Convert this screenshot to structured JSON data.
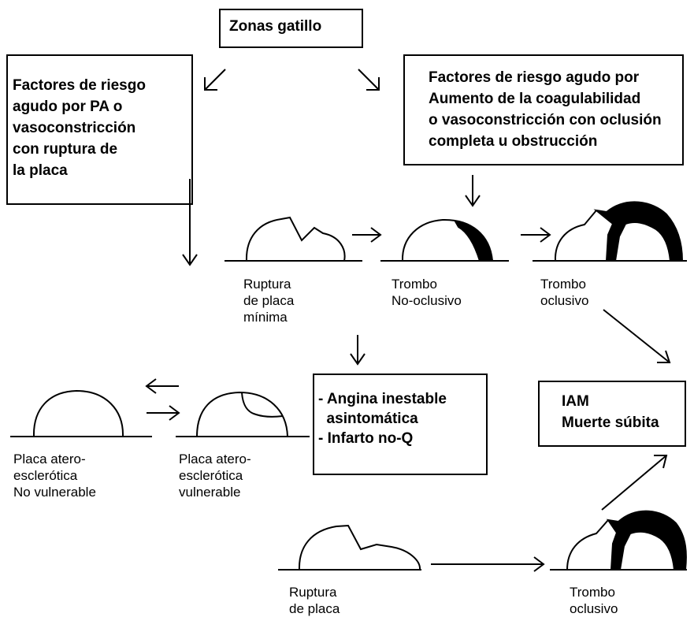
{
  "boxes": {
    "trigger": "Zonas gatillo",
    "risk_pa": "Factores de riesgo\nagudo por PA o\nvasoconstricción\ncon ruptura de\nla placa",
    "risk_coag": "Factores de riesgo agudo por\nAumento de la coagulabilidad\no vasoconstricción con oclusión\ncompleta u obstrucción",
    "angina": "- Angina inestable\n  asintomática\n- Infarto no-Q",
    "iam": "IAM\nMuerte súbita"
  },
  "labels": {
    "rupture_min": "Ruptura\nde placa\nmínima",
    "thrombus_nonocclusive": "Trombo\nNo-oclusivo",
    "thrombus_occlusive_top": "Trombo\noclusivo",
    "plaque_nonvulnerable": "Placa atero-\nesclerótica\nNo vulnerable",
    "plaque_vulnerable": "Placa atero-\nesclerótica\nvulnerable",
    "rupture_bottom": "Ruptura\nde placa",
    "thrombus_occlusive_bottom": "Trombo\noclusivo"
  }
}
